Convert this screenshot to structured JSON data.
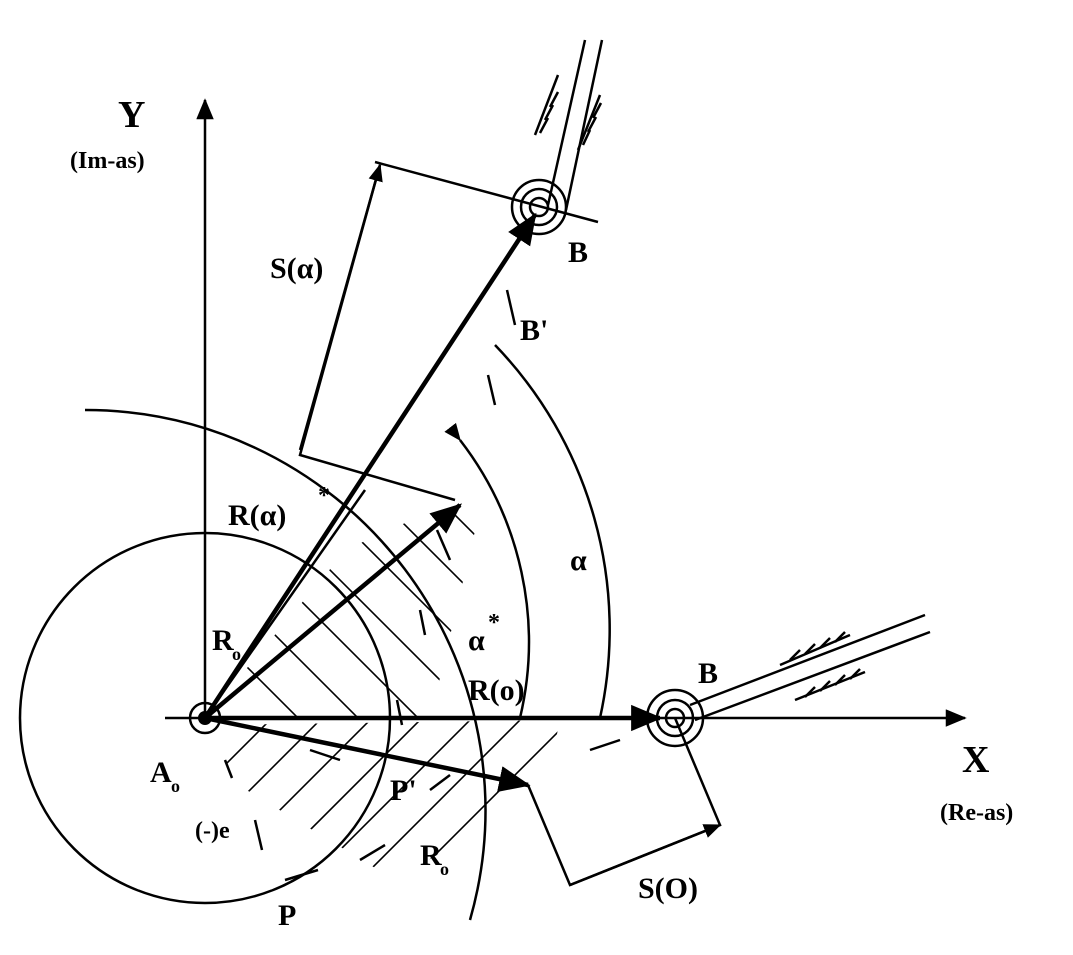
{
  "labels": {
    "y_axis": "Y",
    "y_axis_sub": "(Im-as)",
    "x_axis": "X",
    "x_axis_sub": "(Re-as)",
    "b_top": "B",
    "b_prime": "B'",
    "b_right": "B",
    "s_alpha": "S(α)",
    "r_alpha_star": "R(α)",
    "r_alpha_star_sup": "*",
    "alpha": "α",
    "alpha_star": "α",
    "alpha_star_sup": "*",
    "r_o_inner": "R",
    "r_o_inner_sub": "o",
    "r_zero": "R(o)",
    "a_o": "A",
    "a_o_sub": "o",
    "p_prime": "P'",
    "minus_e": "(-)e",
    "p": "P",
    "r_o_lower": "R",
    "r_o_lower_sub": "o",
    "s_zero": "S(O)"
  }
}
